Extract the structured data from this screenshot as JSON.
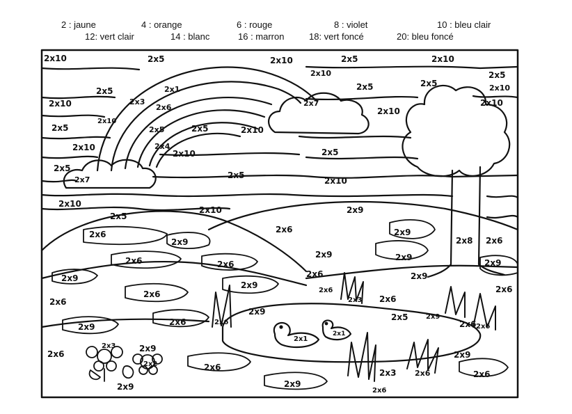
{
  "legend": [
    {
      "text": "2 : jaune"
    },
    {
      "text": "4 :   orange"
    },
    {
      "text": "6 : rouge"
    },
    {
      "text": "8 : violet"
    },
    {
      "text": "10 : bleu clair"
    },
    {
      "text": "12: vert clair"
    },
    {
      "text": "14 : blanc"
    },
    {
      "text": "16 : marron"
    },
    {
      "text": "18: vert foncé"
    },
    {
      "text": "20: bleu foncé"
    }
  ],
  "zones": [
    "2x10",
    "2x5",
    "2x10",
    "2x5",
    "2x10",
    "2x5",
    "2x5",
    "2x10",
    "2x5",
    "2x10",
    "2x5",
    "2x10",
    "2x10",
    "2x10",
    "2x5",
    "2x10",
    "2x5",
    "2x10",
    "2x5",
    "2x5",
    "2x10",
    "2x7",
    "2x3",
    "2x1",
    "2x6",
    "2x5",
    "2x4",
    "2x7",
    "2x10",
    "2x5",
    "2x10",
    "2x10",
    "2x5",
    "2x10",
    "2x9",
    "2x6",
    "2x9",
    "2x6",
    "2x9",
    "2x8",
    "2x6",
    "2x6",
    "2x9",
    "2x9",
    "2x6",
    "2x9",
    "2x6",
    "2x6",
    "2x6",
    "2x9",
    "2x9",
    "2x9",
    "2x6",
    "2x6",
    "2x9",
    "2x6",
    "2x6",
    "2x5",
    "2x9",
    "2x6",
    "2x1",
    "2x1",
    "2x6",
    "2x9",
    "2x6",
    "2x9",
    "2x9",
    "2x6",
    "2x3",
    "2x6",
    "2x6",
    "2x9",
    "2x3",
    "2x9",
    "2x6",
    "2x6",
    "2x3",
    "2x2"
  ]
}
